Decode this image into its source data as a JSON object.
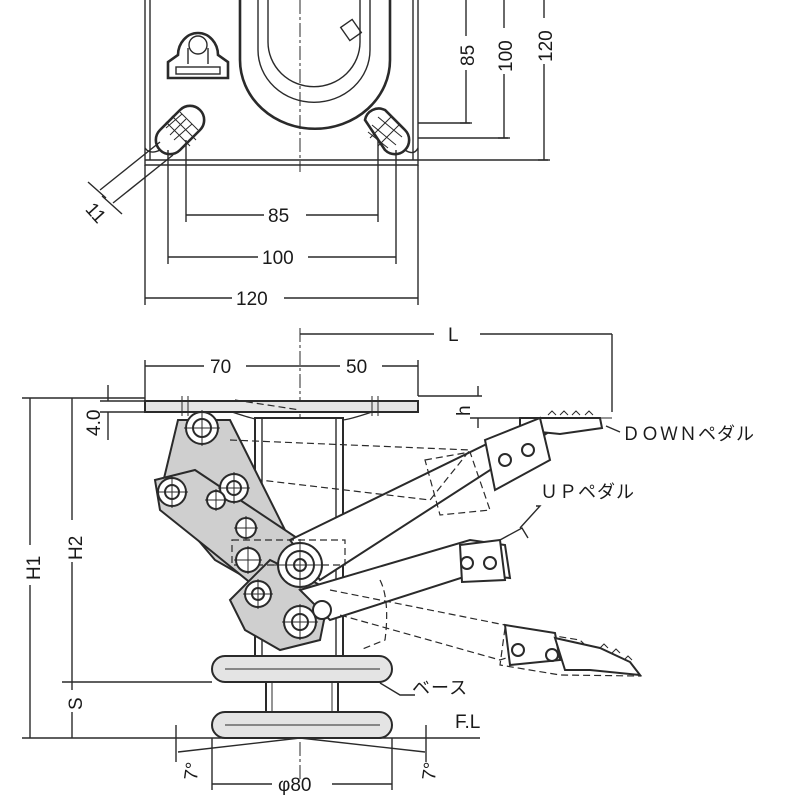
{
  "top_view": {
    "dim_85_vertical": "85",
    "dim_100_vertical": "100",
    "dim_120_vertical": "120",
    "dim_hole": "11",
    "dim_85_horizontal": "85",
    "dim_100_horizontal": "100",
    "dim_120_horizontal": "120"
  },
  "side_view": {
    "dim_L": "L",
    "dim_70": "70",
    "dim_50": "50",
    "dim_4": "4.0",
    "dim_h": "h",
    "dim_H1": "H1",
    "dim_H2": "H2",
    "dim_S": "S",
    "dim_FL": "F.L",
    "dim_angle_left": "7°",
    "dim_angle_right": "7°",
    "dim_wheel": "φ80",
    "label_down_pedal": "ＤＯＷＮペダル",
    "label_up_pedal": "ＵＰペダル",
    "label_base": "ベース"
  }
}
